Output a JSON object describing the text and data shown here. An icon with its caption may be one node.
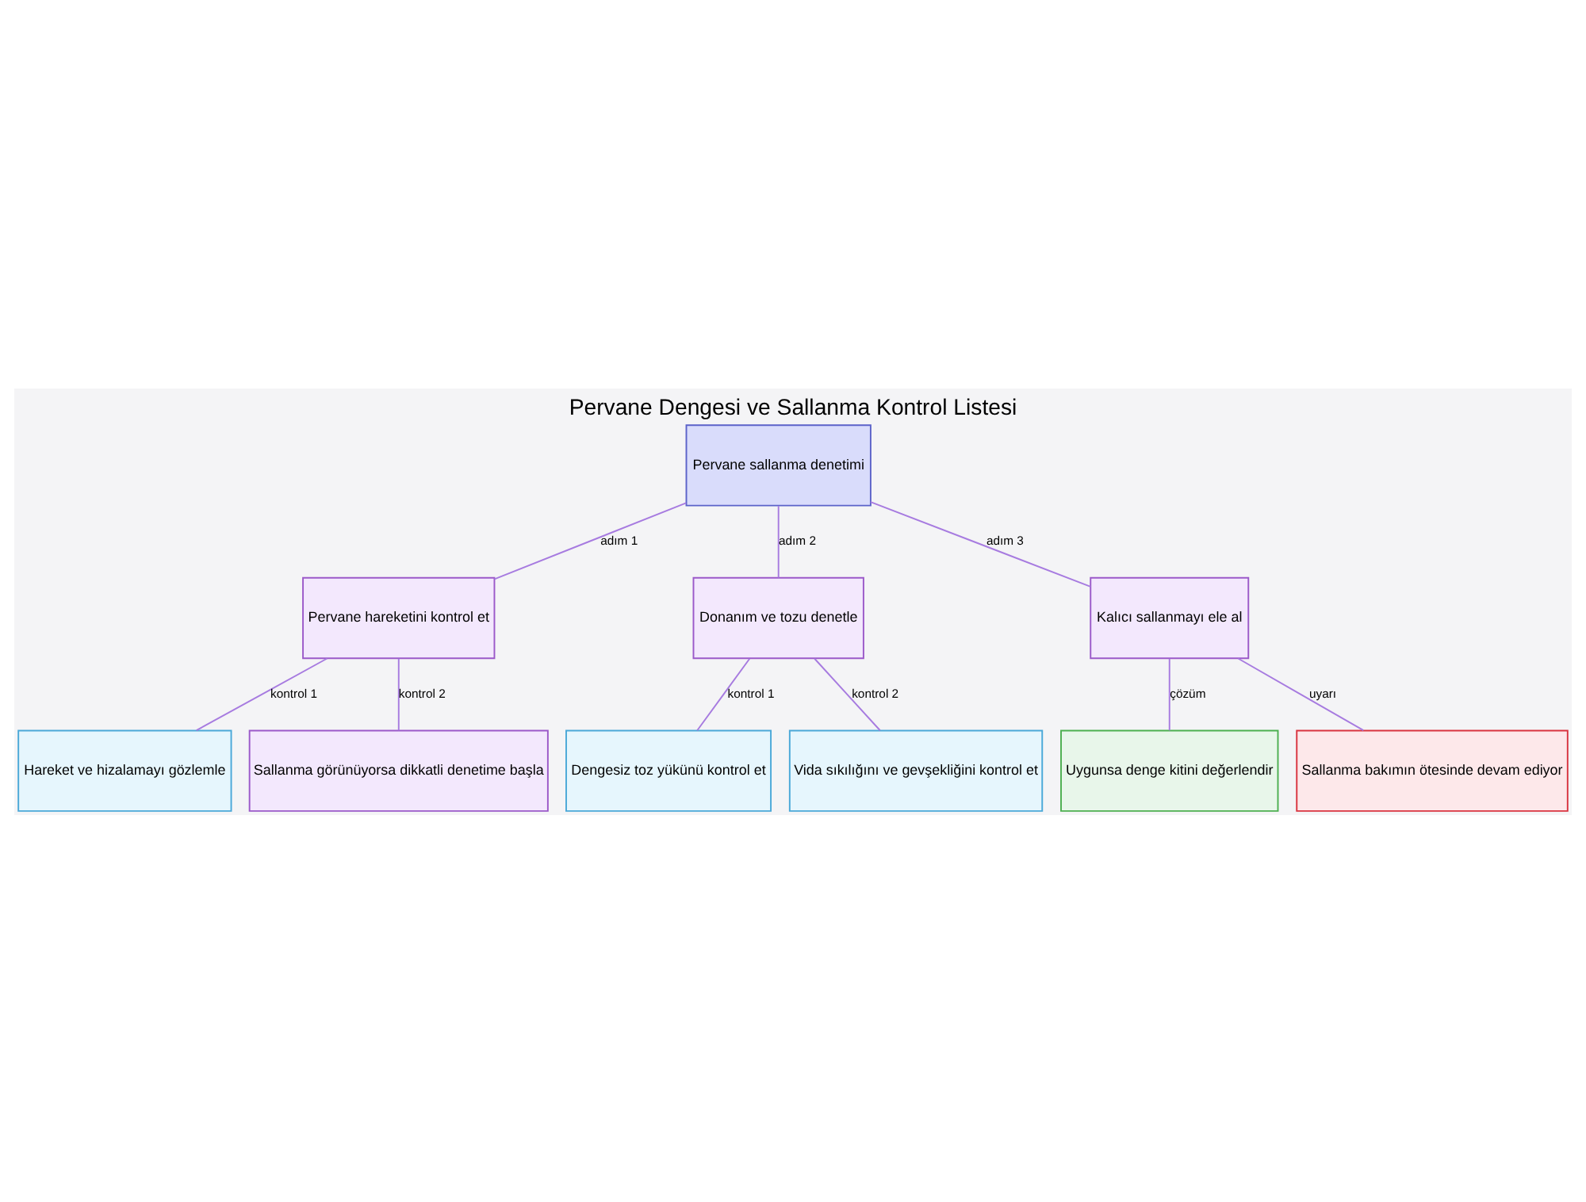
{
  "diagram": {
    "title": "Pervane Dengesi ve Sallanma Kontrol Listesi",
    "nodes": [
      {
        "text": [
          "Pervane sallanma denetimi"
        ]
      },
      {
        "text": [
          "Pervane hareketini kontrol et"
        ]
      },
      {
        "text": [
          "Donanım ve tozu denetle"
        ]
      },
      {
        "text": [
          "Kalıcı sallanmayı ele al"
        ]
      },
      {
        "text": [
          "Hareket ve hizalamayı gözlemle"
        ]
      },
      {
        "text": [
          "Sallanma görünüyorsa dikkatli denetime başla"
        ]
      },
      {
        "text": [
          "Dengesiz toz yükünü kontrol et"
        ]
      },
      {
        "text": [
          "Vida sıkılığını ve gevşekliğini kontrol et"
        ]
      },
      {
        "text": [
          "Uygunsa denge kitini değerlendir"
        ]
      },
      {
        "text": [
          "Sallanma bakımın ötesinde devam ediyor"
        ]
      }
    ],
    "edges": [
      {
        "from": 0,
        "to": 1,
        "arrow": "none",
        "label": "adım 1"
      },
      {
        "from": 0,
        "to": 2,
        "arrow": "none",
        "label": "adım 2"
      },
      {
        "from": 0,
        "to": 3,
        "arrow": "none",
        "label": "adım 3"
      },
      {
        "from": 1,
        "to": 4,
        "arrow": "none",
        "label": "kontrol 1"
      },
      {
        "from": 1,
        "to": 5,
        "arrow": "none",
        "label": "kontrol 2"
      },
      {
        "from": 2,
        "to": 6,
        "arrow": "none",
        "label": "kontrol 1"
      },
      {
        "from": 2,
        "to": 7,
        "arrow": "none",
        "label": "kontrol 2"
      },
      {
        "from": 3,
        "to": 8,
        "arrow": "none",
        "label": "çözüm"
      },
      {
        "from": 3,
        "to": 9,
        "arrow": "none",
        "label": "uyarı"
      }
    ]
  }
}
